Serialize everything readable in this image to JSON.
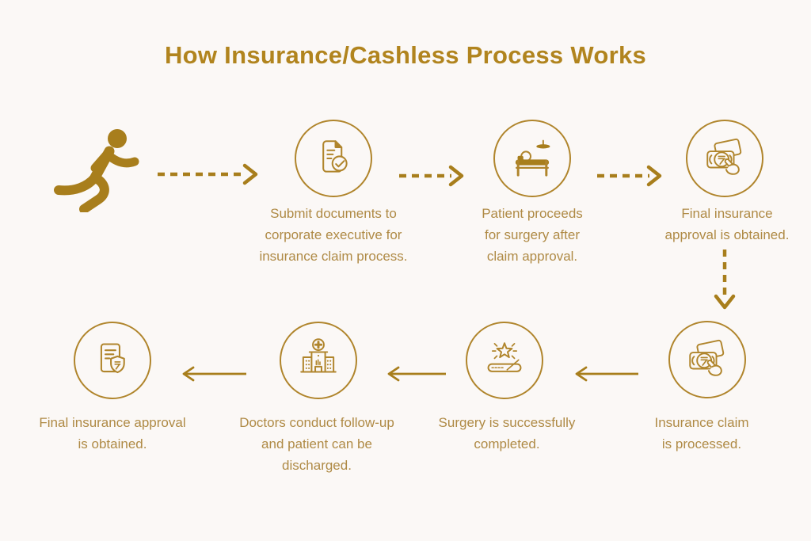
{
  "title": "How Insurance/Cashless Process Works",
  "colors": {
    "gold_solid": "#A87E1C",
    "gold_stroke": "#B0852C",
    "title_text": "#B1841E",
    "body_text": "#AF8A45",
    "background": "#FBF8F6"
  },
  "steps": {
    "start": {
      "icon": "runner-icon"
    },
    "top": [
      {
        "icon": "document-check-icon",
        "lines": [
          "Submit documents to",
          "corporate executive for",
          "insurance claim process."
        ]
      },
      {
        "icon": "patient-bed-icon",
        "lines": [
          "Patient proceeds",
          "for surgery after",
          "claim approval."
        ]
      },
      {
        "icon": "cash-hand-icon",
        "lines": [
          "Final insurance",
          "approval is obtained."
        ]
      }
    ],
    "bottom": [
      {
        "icon": "document-shield-icon",
        "lines": [
          "Final insurance approval",
          "is obtained."
        ]
      },
      {
        "icon": "hospital-icon",
        "lines": [
          "Doctors conduct follow-up",
          "and patient can be",
          "discharged."
        ]
      },
      {
        "icon": "surgery-success-icon",
        "lines": [
          "Surgery is successfully",
          "completed."
        ]
      },
      {
        "icon": "cash-hand-icon",
        "lines": [
          "Insurance claim",
          "is processed."
        ]
      }
    ]
  }
}
